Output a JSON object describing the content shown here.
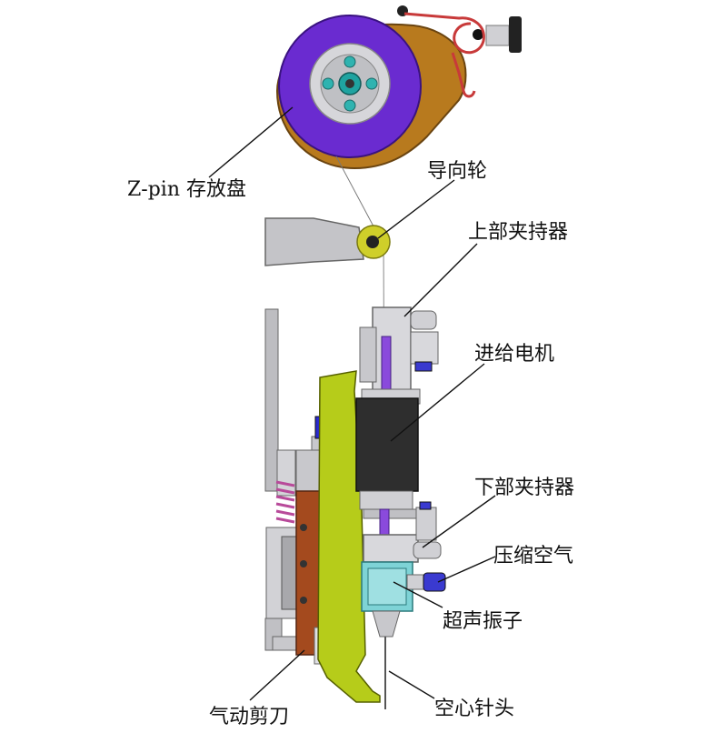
{
  "labels": {
    "spool": "Z-pin 存放盘",
    "guide_wheel": "导向轮",
    "upper_clamp": "上部夹持器",
    "feed_motor": "进给电机",
    "lower_clamp": "下部夹持器",
    "compressed_air": "压缩空气",
    "ultrasonic": "超声振子",
    "hollow_needle": "空心针头",
    "pneumatic_cutter": "气动剪刀"
  },
  "colors": {
    "spool_body": "#b87a1e",
    "spool_ring": "#6a2bd0",
    "spring": "#c83a3a",
    "lime_frame": "#b6cc1a",
    "copper": "#a44a1e",
    "motor": "#2e2e2e",
    "transducer": "#7ed3d6",
    "metal": "#c4c4c8",
    "blue_fitting": "#3a3ad0"
  }
}
